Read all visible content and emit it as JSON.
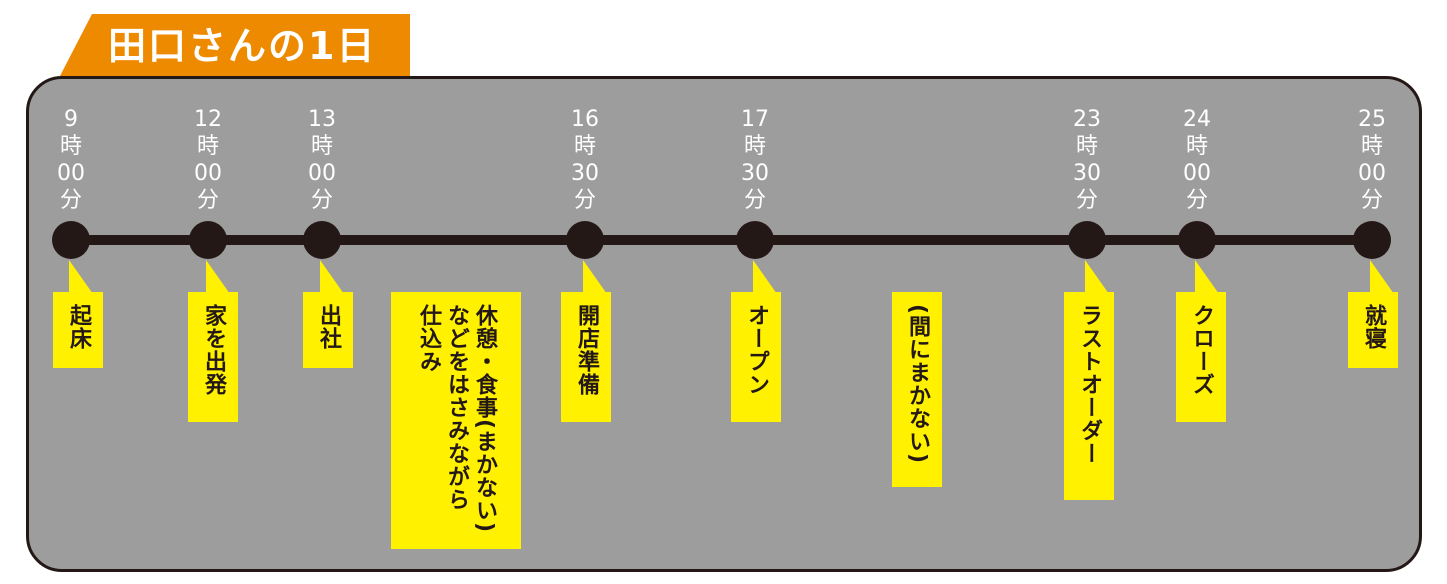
{
  "title": "田口さんの1日",
  "colors": {
    "accent": "#ee8a00",
    "panel": "#9d9d9d",
    "line": "#231816",
    "label_bg": "#fff100",
    "time_text": "#ffffff"
  },
  "timeline": [
    {
      "hour": "9",
      "unit_h": "時",
      "minute": "00",
      "unit_m": "分",
      "label": "起床"
    },
    {
      "hour": "12",
      "unit_h": "時",
      "minute": "00",
      "unit_m": "分",
      "label": "家を出発"
    },
    {
      "hour": "13",
      "unit_h": "時",
      "minute": "00",
      "unit_m": "分",
      "label": "出社"
    },
    {
      "label": "休憩・食事(まかない)\nなどをはさみながら\n仕込み"
    },
    {
      "hour": "16",
      "unit_h": "時",
      "minute": "30",
      "unit_m": "分",
      "label": "開店準備"
    },
    {
      "hour": "17",
      "unit_h": "時",
      "minute": "30",
      "unit_m": "分",
      "label": "オープン"
    },
    {
      "label": "(間にまかない)"
    },
    {
      "hour": "23",
      "unit_h": "時",
      "minute": "30",
      "unit_m": "分",
      "label": "ラストオーダー"
    },
    {
      "hour": "24",
      "unit_h": "時",
      "minute": "00",
      "unit_m": "分",
      "label": "クローズ"
    },
    {
      "hour": "25",
      "unit_h": "時",
      "minute": "00",
      "unit_m": "分",
      "label": "就寝"
    }
  ]
}
